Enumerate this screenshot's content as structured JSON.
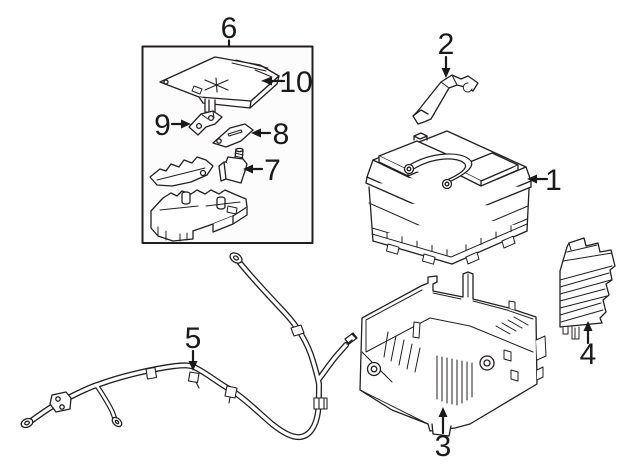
{
  "diagram": {
    "background_color": "#ffffff",
    "line_color": "#231f20",
    "group_box_fill": "#fcfcfc",
    "callouts": [
      {
        "number": "1"
      },
      {
        "number": "2"
      },
      {
        "number": "3"
      },
      {
        "number": "4"
      },
      {
        "number": "5"
      },
      {
        "number": "6"
      },
      {
        "number": "7"
      },
      {
        "number": "8"
      },
      {
        "number": "9"
      },
      {
        "number": "10"
      }
    ]
  }
}
